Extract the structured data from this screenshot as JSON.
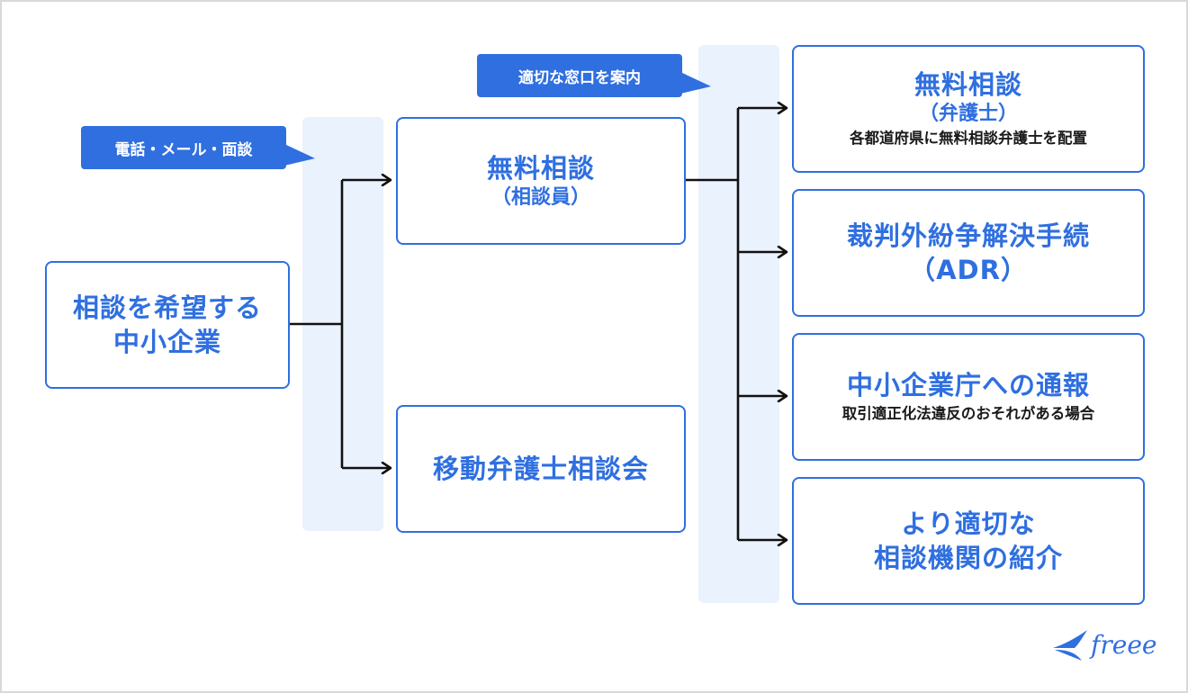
{
  "tags": {
    "phone": "電話・メール・面談",
    "guide": "適切な窓口を案内"
  },
  "nodes": {
    "requester": {
      "lines": [
        "相談を希望する",
        "中小企業"
      ]
    },
    "counselor": {
      "title": "無料相談",
      "sub": "（相談員）"
    },
    "mobile": {
      "title": "移動弁護士相談会"
    },
    "lawyer": {
      "title": "無料相談",
      "sub": "（弁護士）",
      "note": "各都道府県に無料相談弁護士を配置"
    },
    "adr": {
      "title": "裁判外紛争解決手続",
      "sub": "（ADR）"
    },
    "agency": {
      "title": "中小企業庁への通報",
      "note": "取引適正化法違反のおそれがある場合"
    },
    "referral": {
      "lines": [
        "より適切な",
        "相談機関の紹介"
      ]
    }
  },
  "logo": {
    "text": "freee"
  },
  "colors": {
    "accent": "#2f6fe0",
    "band": "#eaf2fd",
    "line": "#111111"
  }
}
